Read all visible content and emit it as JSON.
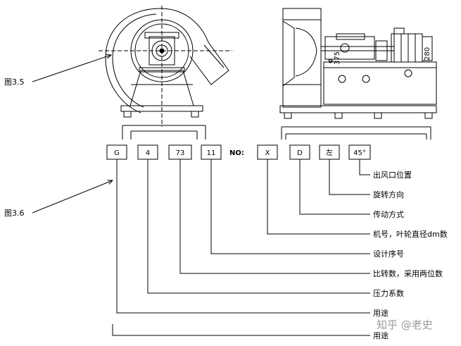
{
  "figure_labels": {
    "fig_a": "图3.5",
    "fig_b": "图3.6"
  },
  "motor_text": {
    "dim": "375",
    "size": "280",
    "mark": "φ"
  },
  "codes": [
    "G",
    "4",
    "73",
    "11",
    "X",
    "D",
    "左",
    "45°"
  ],
  "no_label": "NO:",
  "descriptions": [
    "出风口位置",
    "旋转方向",
    "传动方式",
    "机号，叶轮直径dm数",
    "设计序号",
    "比转数，采用两位数",
    "压力系数",
    "用途",
    "用途"
  ],
  "watermark": "知乎 @老史"
}
